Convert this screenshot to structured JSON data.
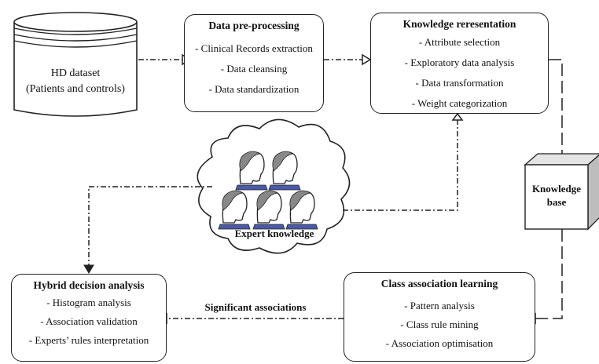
{
  "dataset": {
    "line1": "HD dataset",
    "line2": "(Patients and controls)"
  },
  "preprocessing": {
    "title": "Data pre-processing",
    "items": [
      "- Clinical Records extraction",
      "- Data cleansing",
      "- Data standardization"
    ]
  },
  "representation": {
    "title": "Knowledge reresentation",
    "items": [
      "- Attribute selection",
      "- Exploratory data analysis",
      "- Data transformation",
      "- Weight categorization"
    ]
  },
  "knowledge_base": {
    "line1": "Knowledge",
    "line2": "base"
  },
  "expert": {
    "label": "Expert knowledge",
    "icon": "expert-head-icon"
  },
  "class_learning": {
    "title": "Class association learning",
    "items": [
      "- Pattern analysis",
      "- Class rule mining",
      "- Association optimisation"
    ]
  },
  "hybrid": {
    "title": "Hybrid decision analysis",
    "items": [
      "- Histogram analysis",
      "- Association validation",
      "- Experts’ rules interpretation"
    ]
  },
  "edge_label": "Significant associations"
}
